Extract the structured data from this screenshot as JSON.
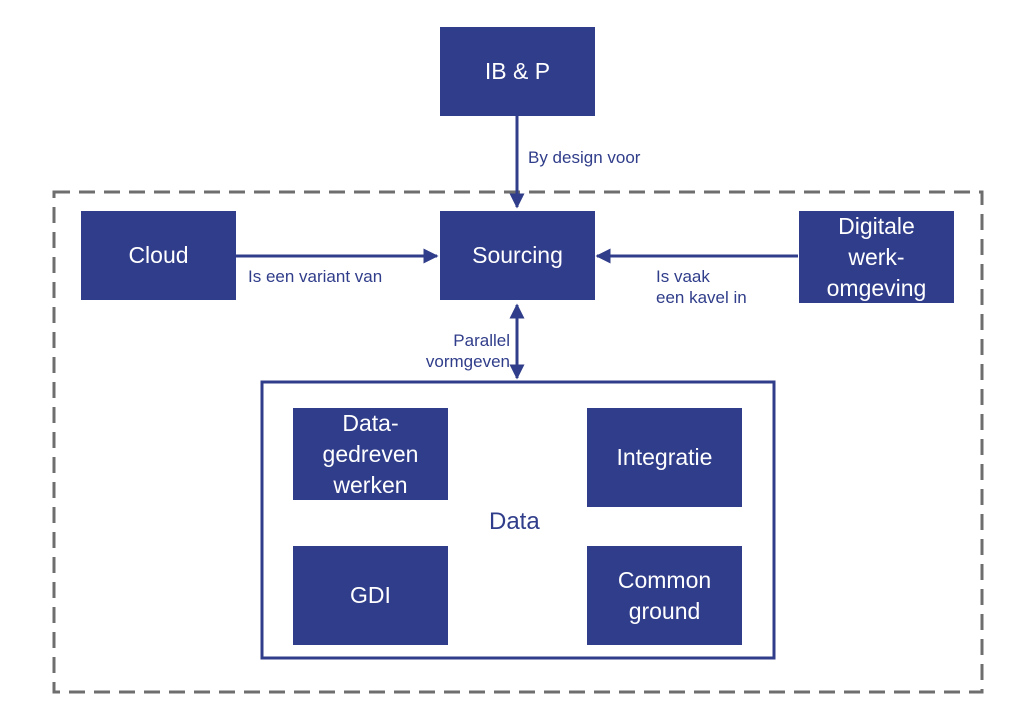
{
  "colors": {
    "box_fill": "#303d8a",
    "text_on_box": "#ffffff",
    "dashed_border": "#6e6e6e"
  },
  "nodes": {
    "ibp": "IB & P",
    "cloud": "Cloud",
    "sourcing": "Sourcing",
    "digitale": [
      "Digitale",
      "werk-",
      "omgeving"
    ],
    "data_group": "Data",
    "data_gedreven": [
      "Data-",
      "gedreven",
      "werken"
    ],
    "integratie": "Integratie",
    "gdi": "GDI",
    "common_ground": [
      "Common",
      "ground"
    ]
  },
  "edges": {
    "by_design": "By design voor",
    "variant": "Is een variant van",
    "kavel": [
      "Is vaak",
      "een kavel in"
    ],
    "parallel": [
      "Parallel",
      "vormgeven"
    ]
  }
}
